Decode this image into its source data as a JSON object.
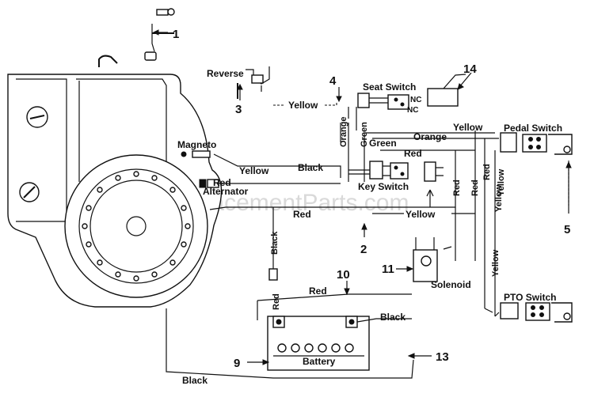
{
  "watermark": "eReplacementParts.com",
  "components": {
    "reverse": "Reverse",
    "seat_switch": "Seat Switch",
    "pedal_switch": "Pedal Switch",
    "magneto": "Magneto",
    "alternator": "Alternator",
    "key_switch": "Key Switch",
    "solenoid": "Solenoid",
    "pto_switch": "PTO Switch",
    "battery": "Battery",
    "nc_top": "NC",
    "nc_bottom": "NC"
  },
  "wires": {
    "yellow_reverse": "Yellow",
    "orange_vertical": "Orange",
    "green_vertical": "Green",
    "green_horizontal": "Green",
    "yellow_pedal": "Yellow",
    "orange_pedal": "Orange",
    "red_key": "Red",
    "yellow_magneto": "Yellow",
    "black_magneto": "Black",
    "red_alternator": "Red",
    "red_mid": "Red",
    "yellow_bottom": "Yellow",
    "red_vert_1": "Red",
    "red_vert_2": "Red",
    "red_vert_3": "Red",
    "yellow_vert_1": "Yellow",
    "yellow_vert_2": "Yellow",
    "yellow_vert_3": "Yellow",
    "black_vertical": "Black",
    "red_battery": "Red",
    "red_battery_vert": "Red",
    "black_battery": "Black",
    "black_bottom": "Black"
  },
  "callouts": [
    "1",
    "2",
    "3",
    "4",
    "5",
    "9",
    "10",
    "11",
    "13",
    "14"
  ]
}
